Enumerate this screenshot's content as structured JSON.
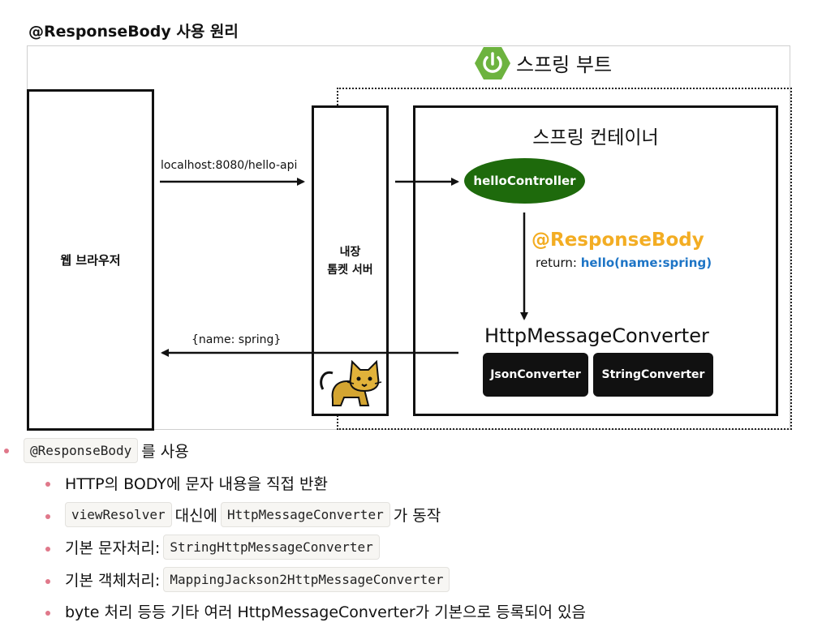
{
  "title": "@ResponseBody 사용 원리",
  "diagram": {
    "spring_boot_label": "스프링 부트",
    "browser_label": "웹 브라우저",
    "tomcat_label_line1": "내장",
    "tomcat_label_line2": "톰켓 서버",
    "container_label": "스프링 컨테이너",
    "controller_label": "helloController",
    "response_body_label": "@ResponseBody",
    "return_keyword": "return:",
    "return_value": "hello(name:spring)",
    "converter_label": "HttpMessageConverter",
    "json_converter": "JsonConverter",
    "string_converter": "StringConverter",
    "request_url": "localhost:8080/hello-api",
    "response_payload": "{name: spring}",
    "colors": {
      "controller": "#1e6a0c",
      "response_body": "#f3ad23",
      "return_value": "#1e75c6",
      "spring_logo": "#6db33f",
      "bullet": "#e0788a"
    }
  },
  "notes": {
    "main": {
      "code": "@ResponseBody",
      "text": "를 사용"
    },
    "items": [
      {
        "text": "HTTP의 BODY에 문자 내용을 직접 반환"
      },
      {
        "code1": "viewResolver",
        "mid": "대신에",
        "code2": "HttpMessageConverter",
        "after": "가 동작"
      },
      {
        "text": "기본 문자처리:",
        "code": "StringHttpMessageConverter"
      },
      {
        "text": "기본 객체처리:",
        "code": "MappingJackson2HttpMessageConverter"
      },
      {
        "text": "byte 처리 등등 기타 여러 HttpMessageConverter가 기본으로 등록되어 있음"
      }
    ]
  }
}
